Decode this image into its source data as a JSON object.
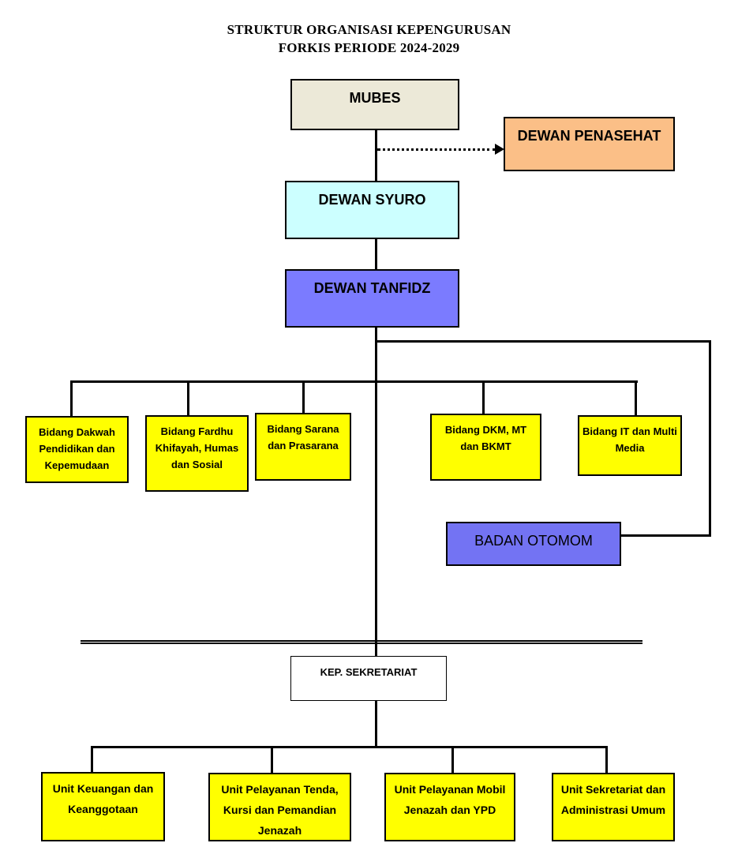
{
  "title": {
    "line1": "STRUKTUR ORGANISASI KEPENGURUSAN",
    "line2": "FORKIS PERIODE 2024-2029"
  },
  "nodes": {
    "mubes": "MUBES",
    "dewan_penasehat": "DEWAN PENASEHAT",
    "dewan_syuro": "DEWAN SYURO",
    "dewan_tanfidz": "DEWAN TANFIDZ",
    "badan_otonom": "BADAN OTOMOM",
    "kep_sekretariat": "KEP. SEKRETARIAT"
  },
  "bidang": [
    "Bidang Dakwah Pendidikan dan Kepemudaan",
    "Bidang Fardhu Khifayah, Humas dan Sosial",
    "Bidang Sarana dan Prasarana",
    "Bidang DKM, MT dan BKMT",
    "Bidang IT dan Multi Media"
  ],
  "units": [
    "Unit Keuangan dan Keanggotaan",
    "Unit Pelayanan Tenda, Kursi dan Pemandian Jenazah",
    "Unit Pelayanan Mobil Jenazah dan YPD",
    "Unit Sekretariat dan Administrasi Umum"
  ],
  "colors": {
    "mubes": "#ece9d8",
    "dewan_penasehat": "#fbbf87",
    "dewan_syuro": "#ccffff",
    "dewan_tanfidz": "#7b7bff",
    "badan_otonom": "#7373f3",
    "bidang": "#ffff00",
    "unit": "#ffff00",
    "kep_sekretariat": "#ffffff"
  }
}
